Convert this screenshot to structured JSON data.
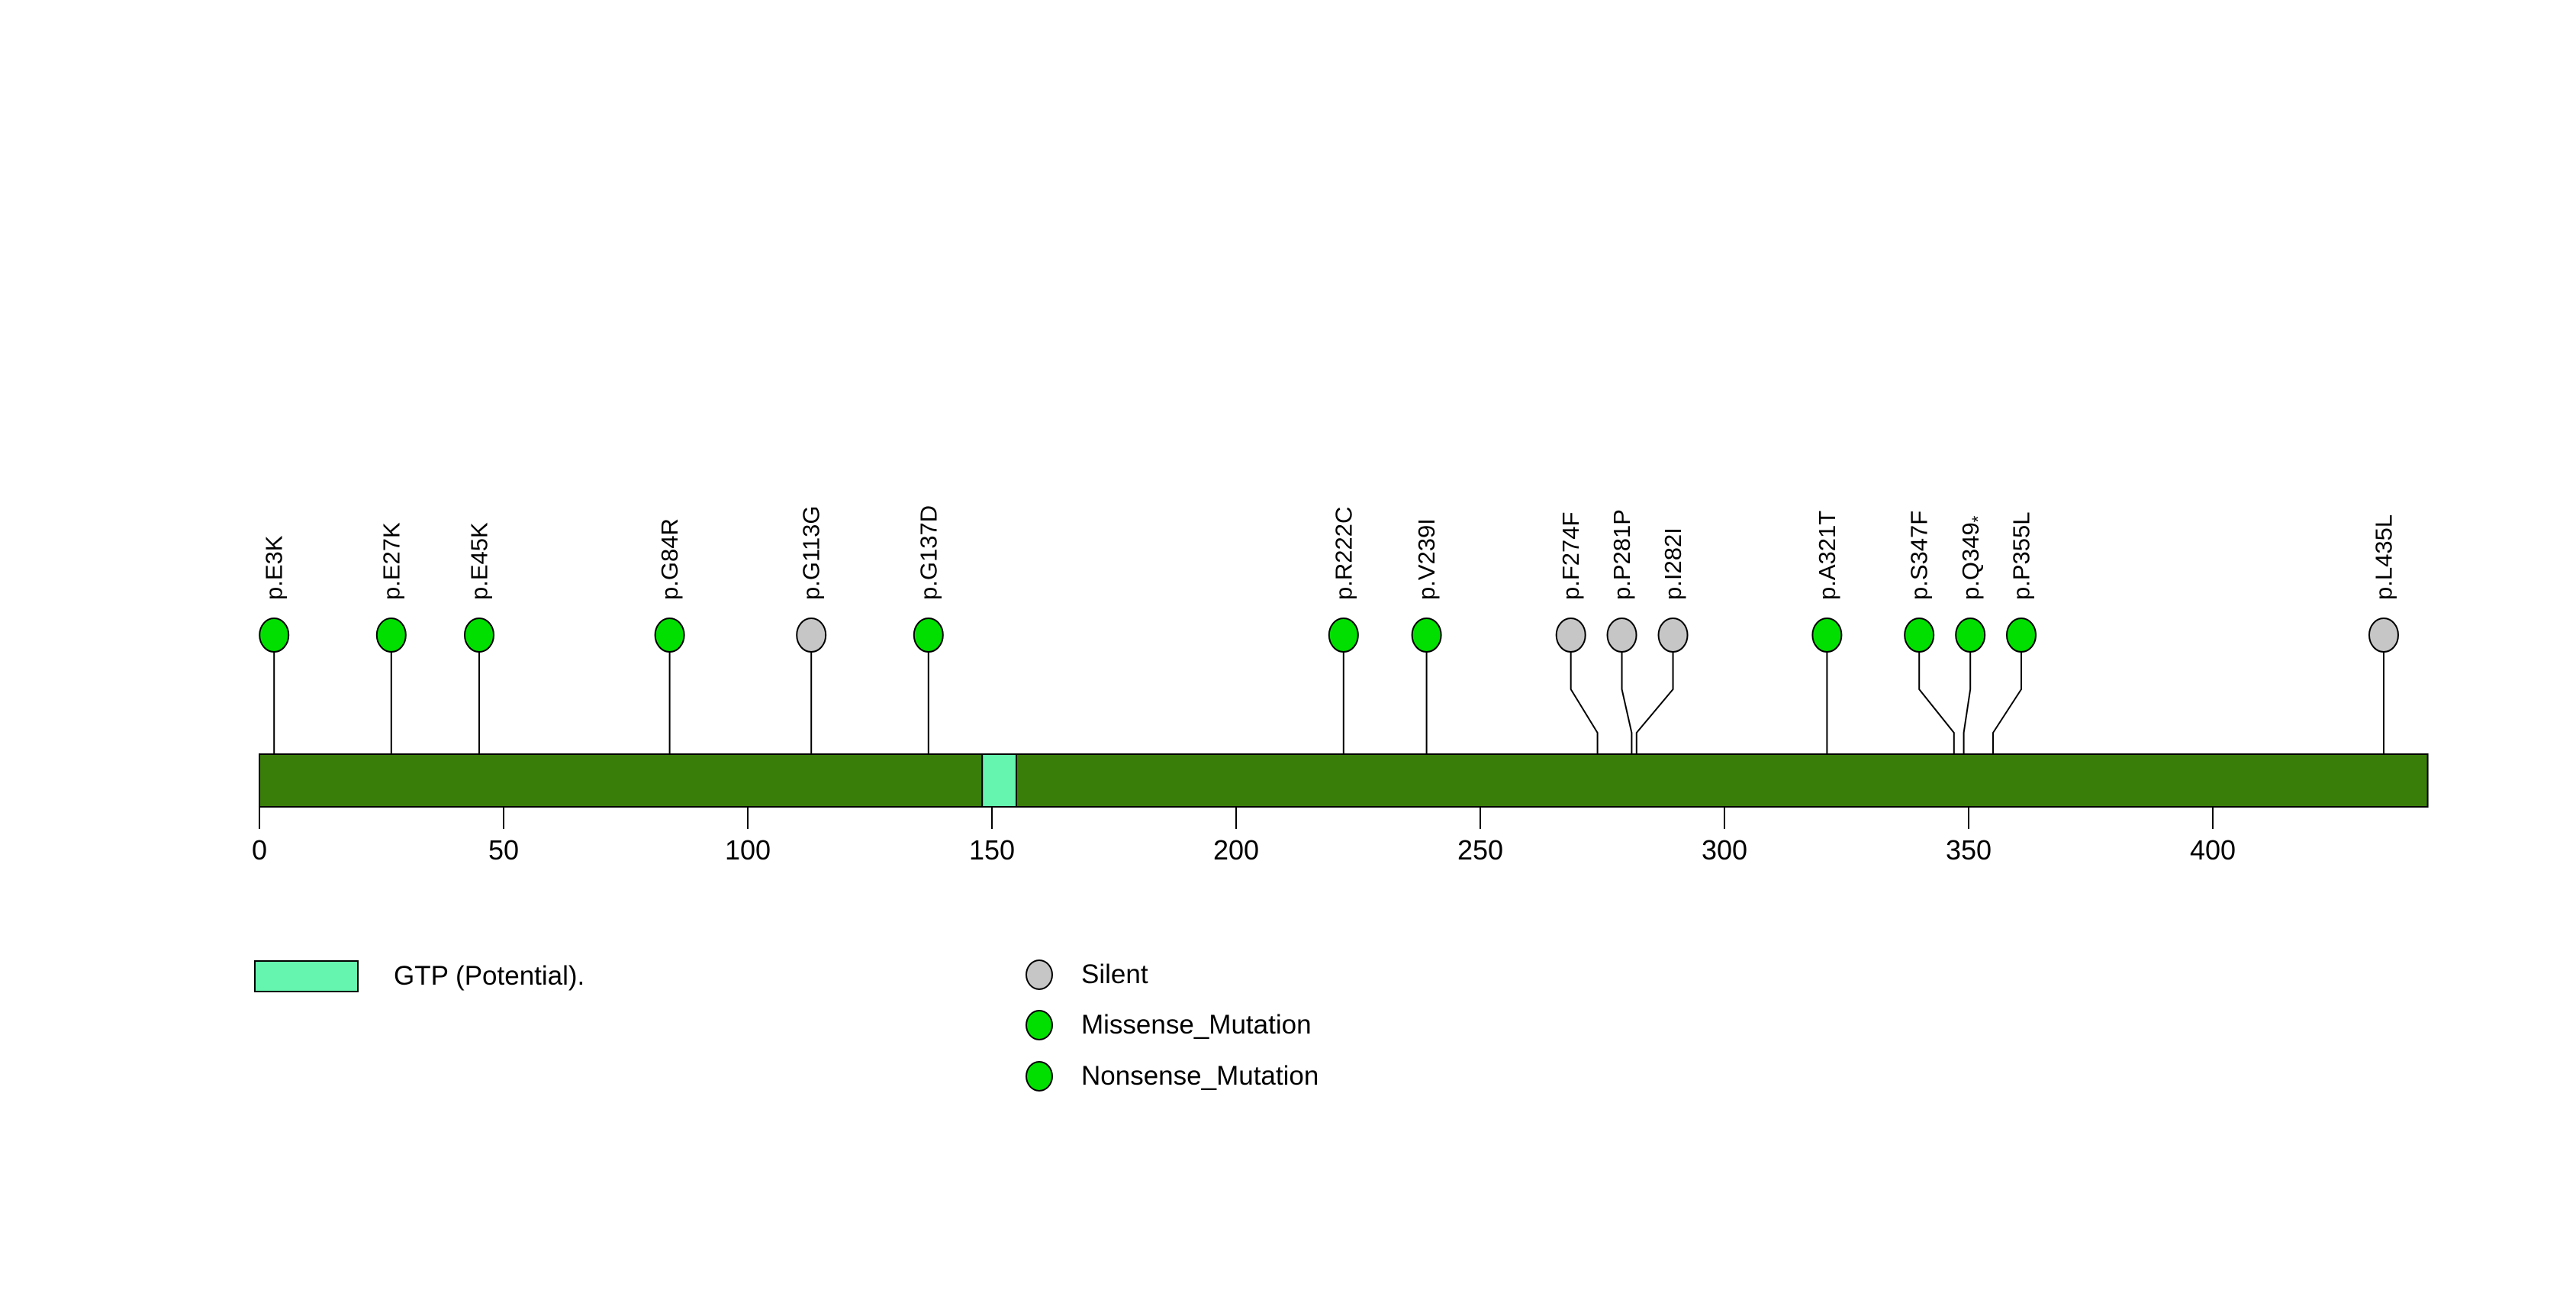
{
  "chart_data": {
    "type": "lollipop",
    "title": "",
    "xlabel": "",
    "axis": {
      "ticks": [
        0,
        50,
        100,
        150,
        200,
        250,
        300,
        350,
        400
      ],
      "xlim": [
        0,
        444
      ]
    },
    "protein_bar": {
      "start": 0,
      "end": 444,
      "color": "#3A7E0A"
    },
    "domains": [
      {
        "name": "GTP (Potential).",
        "start": 148,
        "end": 155,
        "color": "#65F5AE"
      }
    ],
    "mutations": [
      {
        "label": "p.E3K",
        "position": 3,
        "class": "Missense_Mutation"
      },
      {
        "label": "p.E27K",
        "position": 27,
        "class": "Missense_Mutation"
      },
      {
        "label": "p.E45K",
        "position": 45,
        "class": "Missense_Mutation"
      },
      {
        "label": "p.G84R",
        "position": 84,
        "class": "Missense_Mutation"
      },
      {
        "label": "p.G113G",
        "position": 113,
        "class": "Silent"
      },
      {
        "label": "p.G137D",
        "position": 137,
        "class": "Missense_Mutation"
      },
      {
        "label": "p.R222C",
        "position": 222,
        "class": "Missense_Mutation"
      },
      {
        "label": "p.V239I",
        "position": 239,
        "class": "Missense_Mutation"
      },
      {
        "label": "p.F274F",
        "position": 274,
        "class": "Silent"
      },
      {
        "label": "p.P281P",
        "position": 281,
        "class": "Silent"
      },
      {
        "label": "p.I282I",
        "position": 282,
        "class": "Silent"
      },
      {
        "label": "p.A321T",
        "position": 321,
        "class": "Missense_Mutation"
      },
      {
        "label": "p.S347F",
        "position": 347,
        "class": "Missense_Mutation"
      },
      {
        "label": "p.Q349*",
        "position": 349,
        "class": "Nonsense_Mutation"
      },
      {
        "label": "p.P355L",
        "position": 355,
        "class": "Missense_Mutation"
      },
      {
        "label": "p.L435L",
        "position": 435,
        "class": "Silent"
      }
    ],
    "palette": {
      "Silent": "#C6C6C6",
      "Missense_Mutation": "#00DF00",
      "Nonsense_Mutation": "#00DF00",
      "stroke": "#000000"
    },
    "legend_position": "bottom"
  },
  "legend": {
    "domain": {
      "label": "GTP (Potential).",
      "color": "#65F5AE"
    },
    "variants": [
      {
        "label": "Silent",
        "color": "#C6C6C6"
      },
      {
        "label": "Missense_Mutation",
        "color": "#00DF00"
      },
      {
        "label": "Nonsense_Mutation",
        "color": "#00DF00"
      }
    ]
  }
}
